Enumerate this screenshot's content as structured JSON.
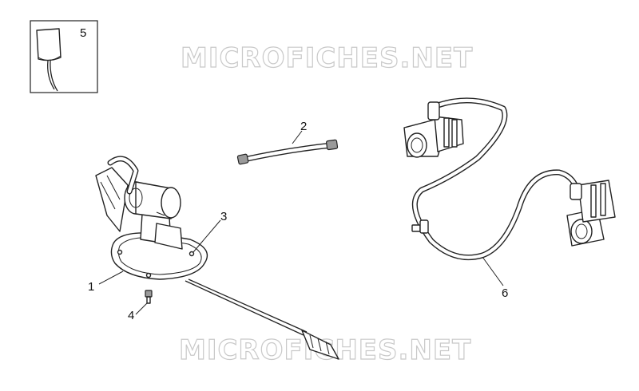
{
  "watermark": "MICROFICHES.NET",
  "callouts": {
    "p1": "1",
    "p2": "2",
    "p3": "3",
    "p4": "4",
    "p5": "5",
    "p6": "6"
  }
}
